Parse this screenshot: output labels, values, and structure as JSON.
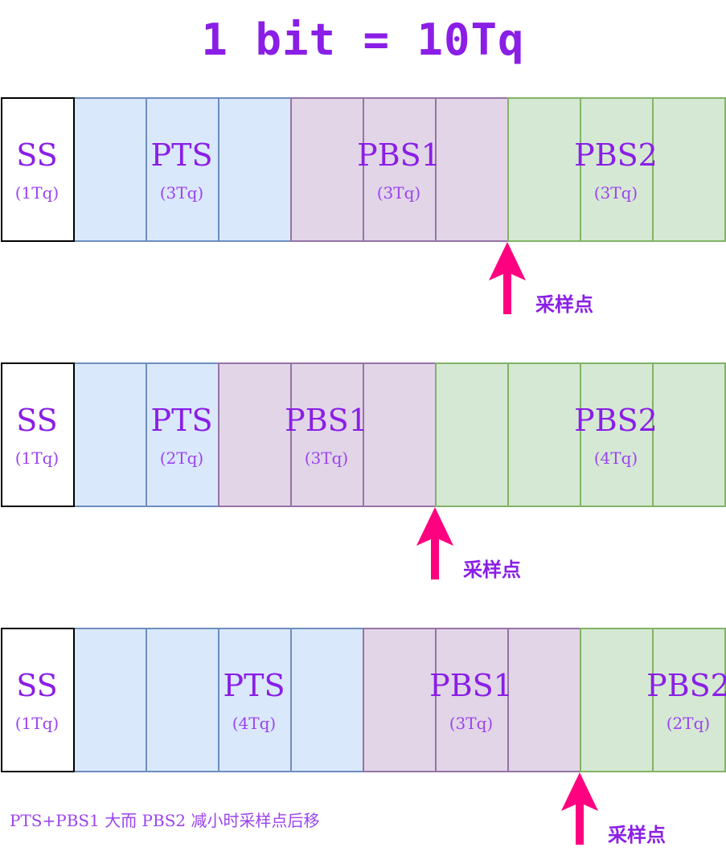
{
  "title": "1 bit = 10Tq",
  "note": "PTS+PBS1 大而 PBS2 减小时采样点后移",
  "colors": {
    "ss": {
      "fill": "#ffffff",
      "stroke": "#000000"
    },
    "pts": {
      "fill": "#dae8fc",
      "stroke": "#6c8ebf"
    },
    "pbs1": {
      "fill": "#e1d5e7",
      "stroke": "#9673a6"
    },
    "pbs2": {
      "fill": "#d5e8d4",
      "stroke": "#82b366"
    },
    "text": "#8a1ee6",
    "arrow": "#ff0080"
  },
  "rows": [
    {
      "segments": [
        {
          "key": "ss",
          "name": "SS",
          "tq": "(1Tq)",
          "count": 1
        },
        {
          "key": "pts",
          "name": "PTS",
          "tq": "(3Tq)",
          "count": 3
        },
        {
          "key": "pbs1",
          "name": "PBS1",
          "tq": "(3Tq)",
          "count": 3
        },
        {
          "key": "pbs2",
          "name": "PBS2",
          "tq": "(3Tq)",
          "count": 3
        }
      ],
      "sample_label": "采样点"
    },
    {
      "segments": [
        {
          "key": "ss",
          "name": "SS",
          "tq": "(1Tq)",
          "count": 1
        },
        {
          "key": "pts",
          "name": "PTS",
          "tq": "(2Tq)",
          "count": 2
        },
        {
          "key": "pbs1",
          "name": "PBS1",
          "tq": "(3Tq)",
          "count": 3
        },
        {
          "key": "pbs2",
          "name": "PBS2",
          "tq": "(4Tq)",
          "count": 4
        }
      ],
      "sample_label": "采样点"
    },
    {
      "segments": [
        {
          "key": "ss",
          "name": "SS",
          "tq": "(1Tq)",
          "count": 1
        },
        {
          "key": "pts",
          "name": "PTS",
          "tq": "(4Tq)",
          "count": 4
        },
        {
          "key": "pbs1",
          "name": "PBS1",
          "tq": "(3Tq)",
          "count": 3
        },
        {
          "key": "pbs2",
          "name": "PBS2",
          "tq": "(2Tq)",
          "count": 2
        }
      ],
      "sample_label": "采样点"
    }
  ]
}
